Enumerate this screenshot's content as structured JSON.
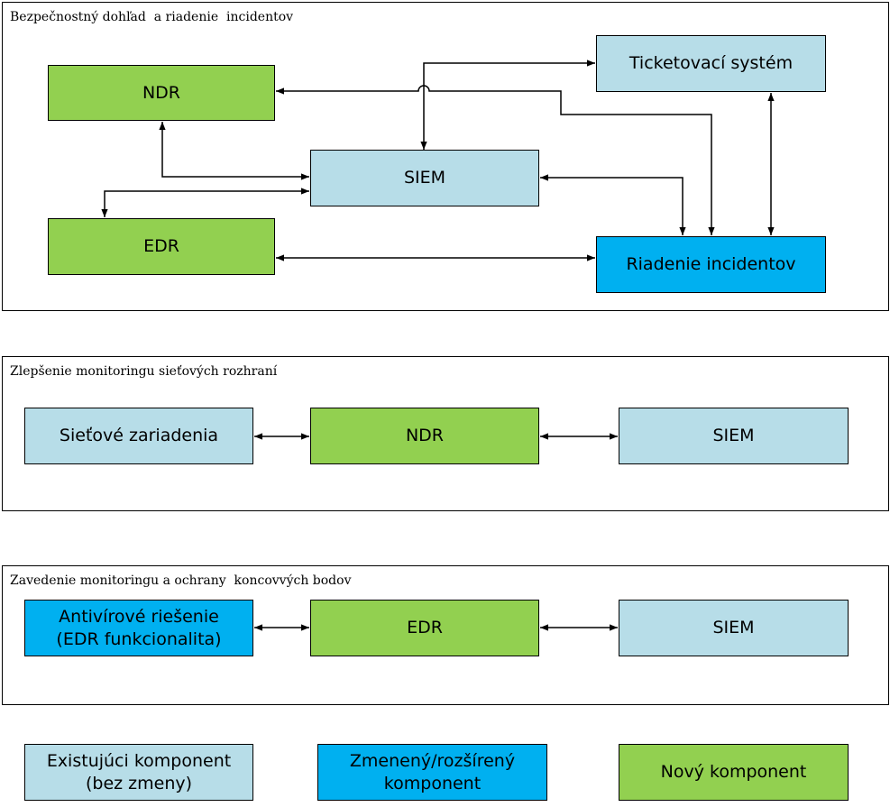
{
  "colors": {
    "existing": "#b7dde8",
    "changed": "#00b0f0",
    "new": "#92d050",
    "line": "#000000"
  },
  "panels": {
    "soc": {
      "title": "Bezpečnostný dohľad  a riadenie  incidentov"
    },
    "network": {
      "title": "Zlepšenie monitoringu sieťových rozhraní"
    },
    "endpoint": {
      "title": "Zavedenie monitoringu a ochrany  koncovvých bodov"
    }
  },
  "soc_nodes": {
    "ndr": {
      "label": "NDR",
      "category": "new"
    },
    "siem": {
      "label": "SIEM",
      "category": "existing"
    },
    "edr": {
      "label": "EDR",
      "category": "new"
    },
    "ticketing": {
      "label": "Ticketovací systém",
      "category": "existing"
    },
    "incident_mgmt": {
      "label": "Riadenie incidentov",
      "category": "changed"
    }
  },
  "network_nodes": {
    "devices": {
      "label": "Sieťové zariadenia",
      "category": "existing"
    },
    "ndr": {
      "label": "NDR",
      "category": "new"
    },
    "siem": {
      "label": "SIEM",
      "category": "existing"
    }
  },
  "endpoint_nodes": {
    "antivirus": {
      "label": "Antivírové riešenie\n(EDR funkcionalita)",
      "category": "changed"
    },
    "edr": {
      "label": "EDR",
      "category": "new"
    },
    "siem": {
      "label": "SIEM",
      "category": "existing"
    }
  },
  "legend": {
    "existing": {
      "label": "Existujúci komponent\n(bez zmeny)"
    },
    "changed": {
      "label": "Zmenený/rozšírený\nkomponent"
    },
    "new": {
      "label": "Nový komponent"
    }
  }
}
